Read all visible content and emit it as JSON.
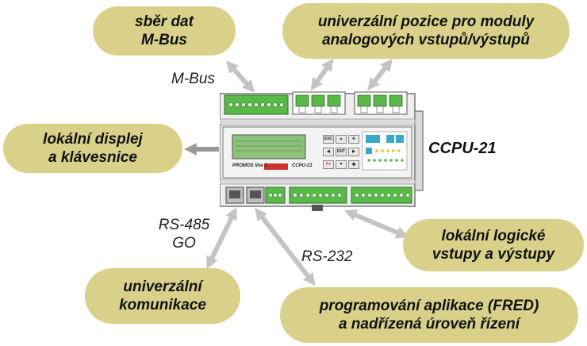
{
  "bubbles": {
    "mbus": [
      "sběr dat",
      "M-Bus"
    ],
    "analog": [
      "univerzální pozice pro moduly",
      "analogových vstupů/výstupů"
    ],
    "display": [
      "lokální displej",
      "a klávesnice"
    ],
    "logic": [
      "lokální logické",
      "vstupy a výstupy"
    ],
    "comm": [
      "univerzální",
      "komunikace"
    ],
    "prog": [
      "programování aplikace (FRED)",
      "a nadřízená úroveň řízení"
    ]
  },
  "labels": {
    "mbus": "M-Bus",
    "rs485": [
      "RS-485",
      "GO"
    ],
    "rs232": "RS-232"
  },
  "device": {
    "name": "CCPU-21",
    "brand_text": "PROMOS line 2",
    "model_text": "CCPU-21",
    "keys": [
      "ESC",
      "▲",
      "✣",
      "◀",
      "ENT",
      "▶",
      "F●",
      "▼",
      "◉"
    ]
  },
  "colors": {
    "bubble": "#d9d18a",
    "arrow": "#c4c4c4",
    "terminal_green": "#58b948",
    "device_body": "#eeeeee",
    "display_green": "#8dc07a",
    "accent_red": "#c8342c"
  }
}
